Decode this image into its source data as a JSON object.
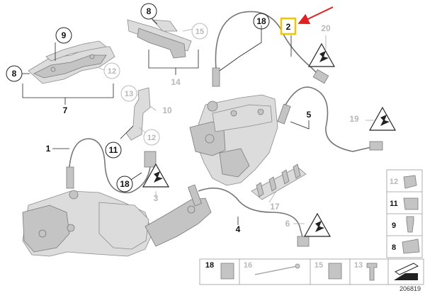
{
  "labels": {
    "l1": "1",
    "l2": "2",
    "l3": "3",
    "l4": "4",
    "l5": "5",
    "l6": "6",
    "l7": "7",
    "l8a": "8",
    "l8b": "8",
    "l9": "9",
    "l10": "10",
    "l11": "11",
    "l12a": "12",
    "l12b": "12",
    "l13": "13",
    "l14": "14",
    "l15": "15",
    "l16": "16",
    "l17": "17",
    "l18a": "18",
    "l18b": "18",
    "l19": "19",
    "l20": "20"
  },
  "sidebar": [
    "12",
    "11",
    "9",
    "8"
  ],
  "bottombar": [
    "18",
    "16",
    "15",
    "13"
  ],
  "reference": "206819",
  "colors": {
    "highlight": "#f5c400",
    "arrow": "#e02020",
    "grey_label": "#b8b8b8"
  }
}
